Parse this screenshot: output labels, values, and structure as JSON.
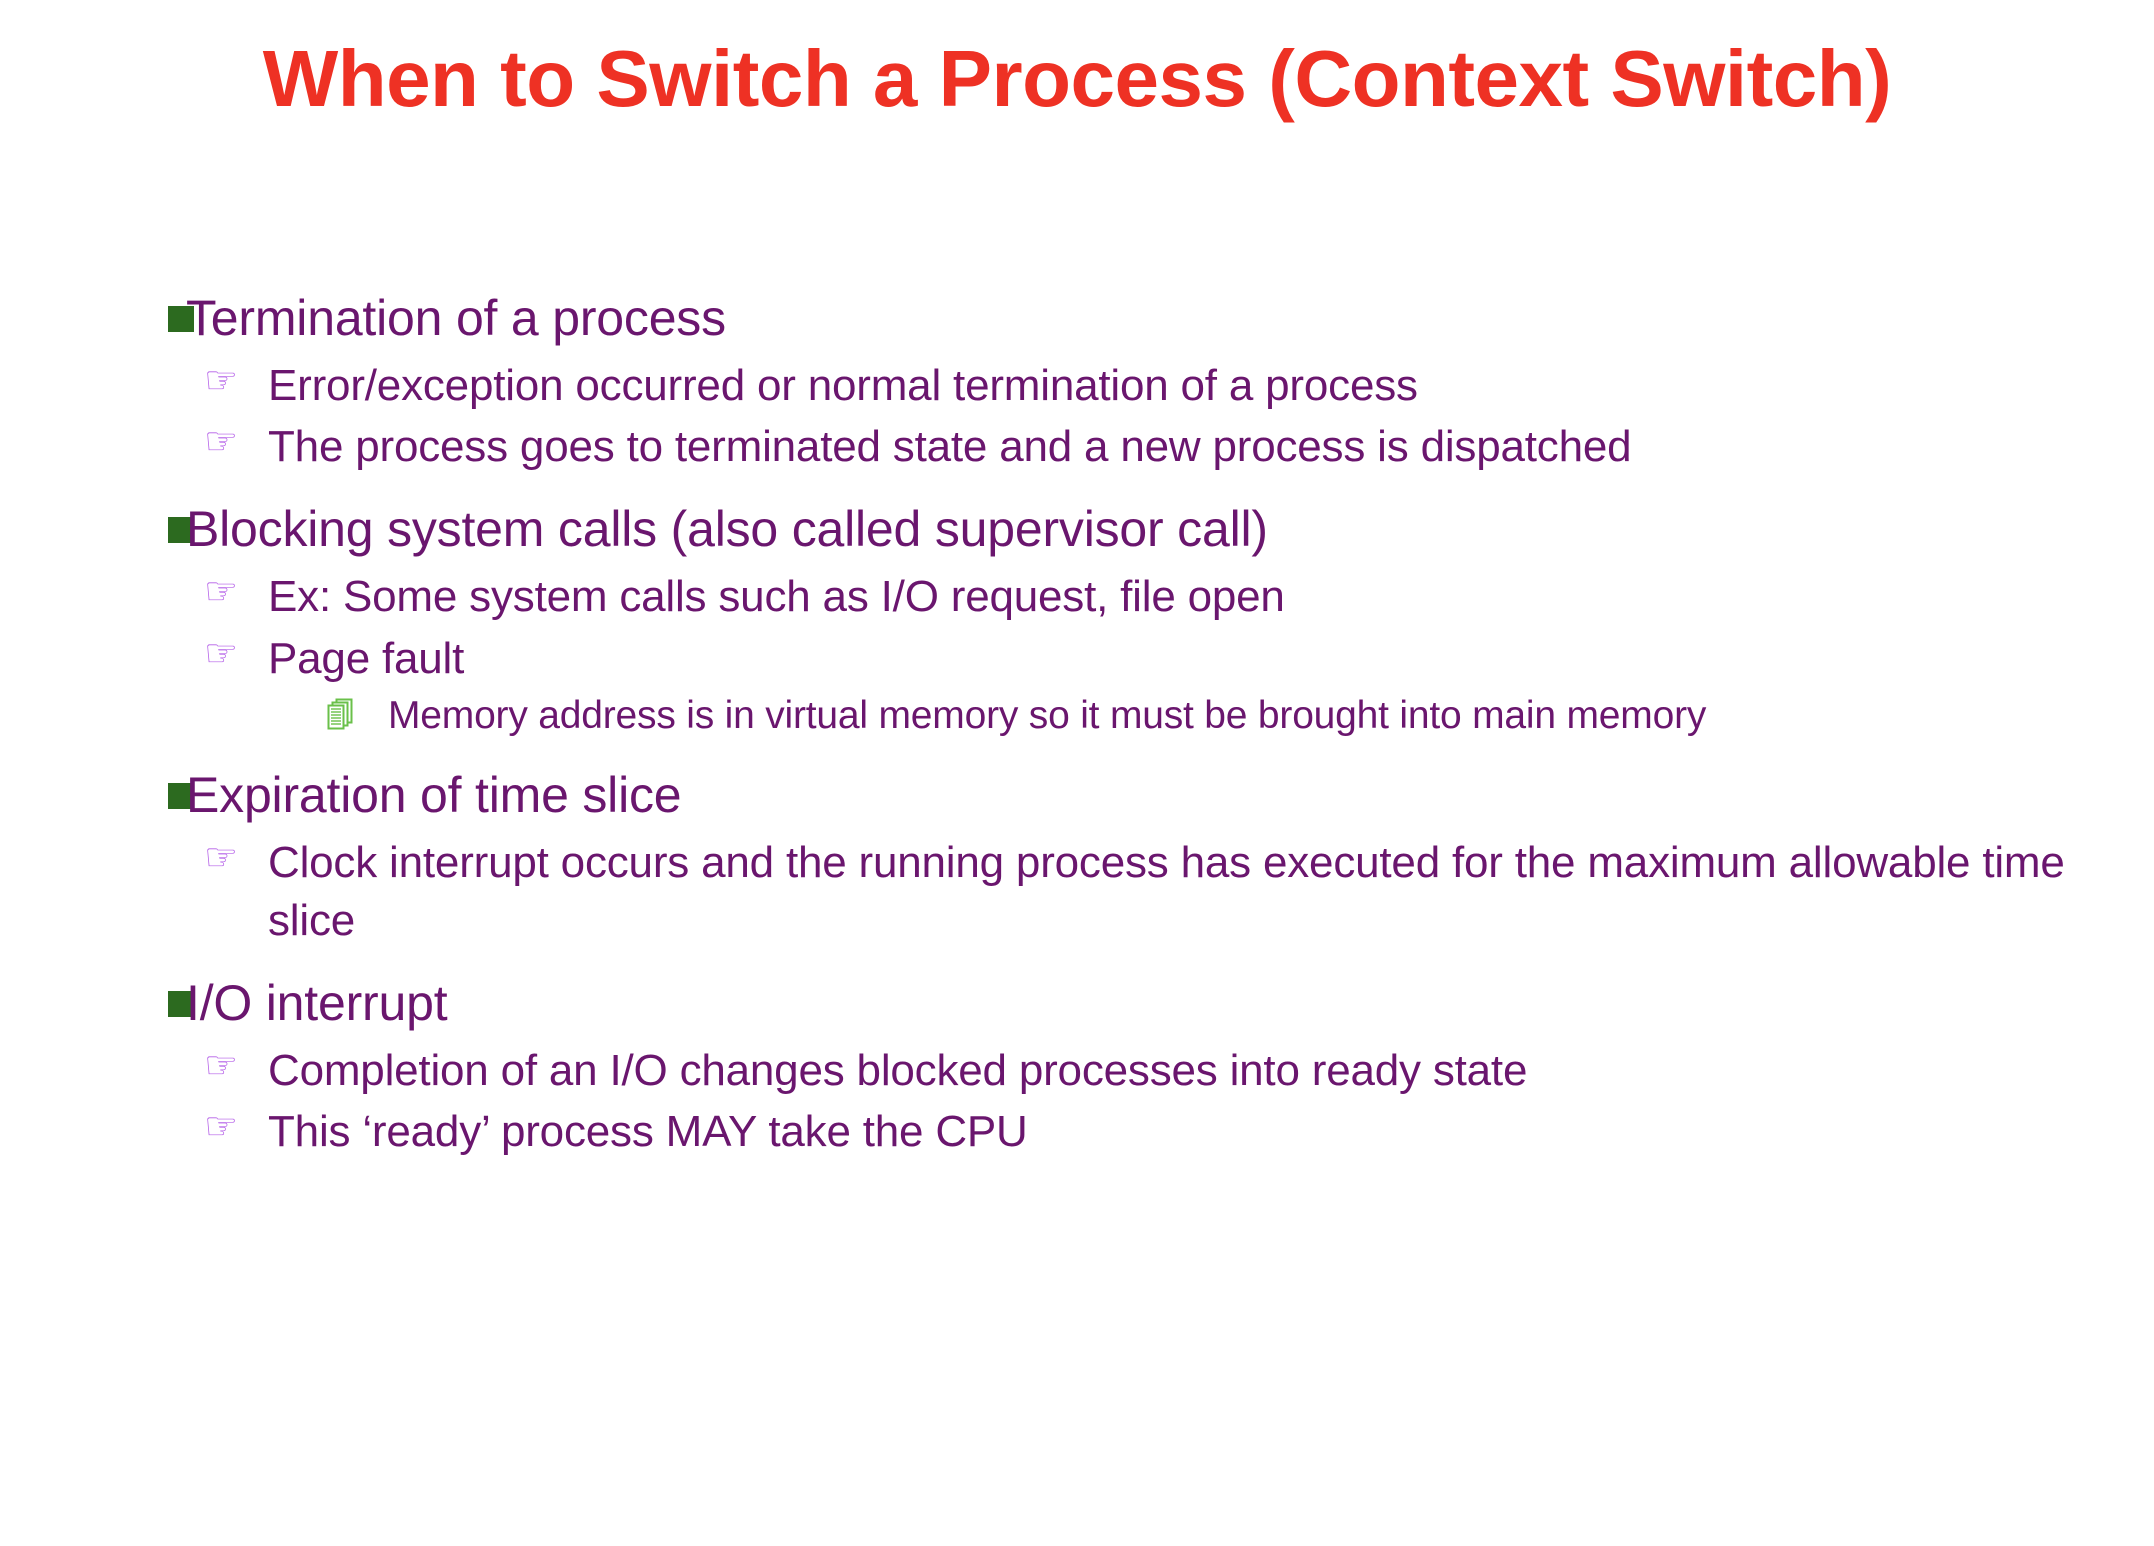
{
  "slide": {
    "title": "When to Switch a Process (Context Switch)",
    "background_color": "#FFFFFF",
    "title_color": "#EE3124",
    "body_text_color": "#6A166E",
    "level1_bullet_color": "#2C6A1F",
    "level2_bullet_color": "#B45FE8",
    "level3_bullet_color": "#6AC04A",
    "level1_bullet_icon": "filled-square-bullet-icon",
    "level2_bullet_icon": "pointing-hand-bullet-icon",
    "level3_bullet_icon": "stacked-pages-bullet-icon",
    "level2_bullet_glyph": "☞",
    "level3_bullet_glyph": "▤"
  },
  "outline": [
    {
      "level": 1,
      "text": "Termination of a process",
      "children": [
        {
          "level": 2,
          "text": "Error/exception occurred or normal termination of a process",
          "children": []
        },
        {
          "level": 2,
          "text": "The process goes to terminated state and a new process is dispatched",
          "children": []
        }
      ]
    },
    {
      "level": 1,
      "text": "Blocking system calls (also called supervisor call)",
      "children": [
        {
          "level": 2,
          "text": "Ex: Some system calls such as I/O request,  file open",
          "children": []
        },
        {
          "level": 2,
          "text": "Page fault",
          "children": [
            {
              "level": 3,
              "text": "Memory address is in virtual memory so it must be brought into main memory",
              "children": []
            }
          ]
        }
      ]
    },
    {
      "level": 1,
      "text": "Expiration of time slice",
      "children": [
        {
          "level": 2,
          "text": "Clock interrupt occurs and the running process has executed for the maximum allowable time slice",
          "children": []
        }
      ]
    },
    {
      "level": 1,
      "text": "I/O interrupt",
      "children": [
        {
          "level": 2,
          "text": "Completion of an I/O changes blocked processes into ready state",
          "children": []
        },
        {
          "level": 2,
          "text": "This ‘ready’ process MAY take the CPU",
          "children": []
        }
      ]
    }
  ]
}
